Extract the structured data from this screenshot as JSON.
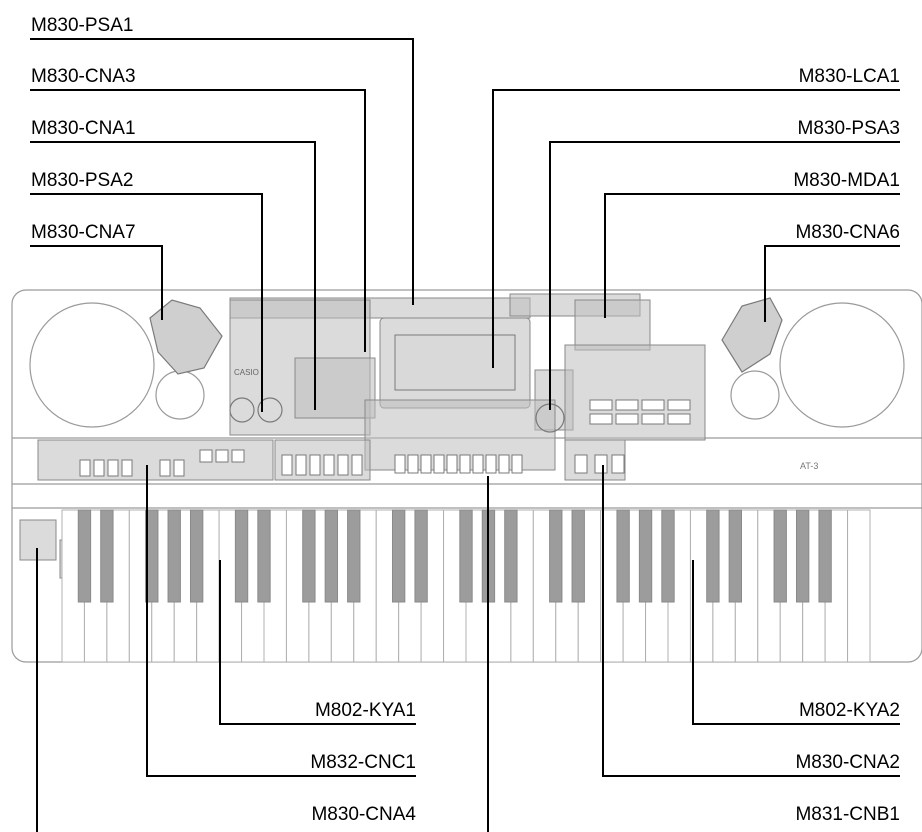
{
  "labels": {
    "psa1": "M830-PSA1",
    "cna3": "M830-CNA3",
    "cna1": "M830-CNA1",
    "psa2": "M830-PSA2",
    "cna7": "M830-CNA7",
    "lca1": "M830-LCA1",
    "psa3": "M830-PSA3",
    "mda1": "M830-MDA1",
    "cna6": "M830-CNA6",
    "kya1": "M802-KYA1",
    "cnc1": "M832-CNC1",
    "cna4": "M830-CNA4",
    "kya2": "M802-KYA2",
    "cna2": "M830-CNA2",
    "cnb1": "M831-CNB1"
  },
  "keyboard": {
    "model_text": "AT-3",
    "brand_text": "CASIO"
  }
}
